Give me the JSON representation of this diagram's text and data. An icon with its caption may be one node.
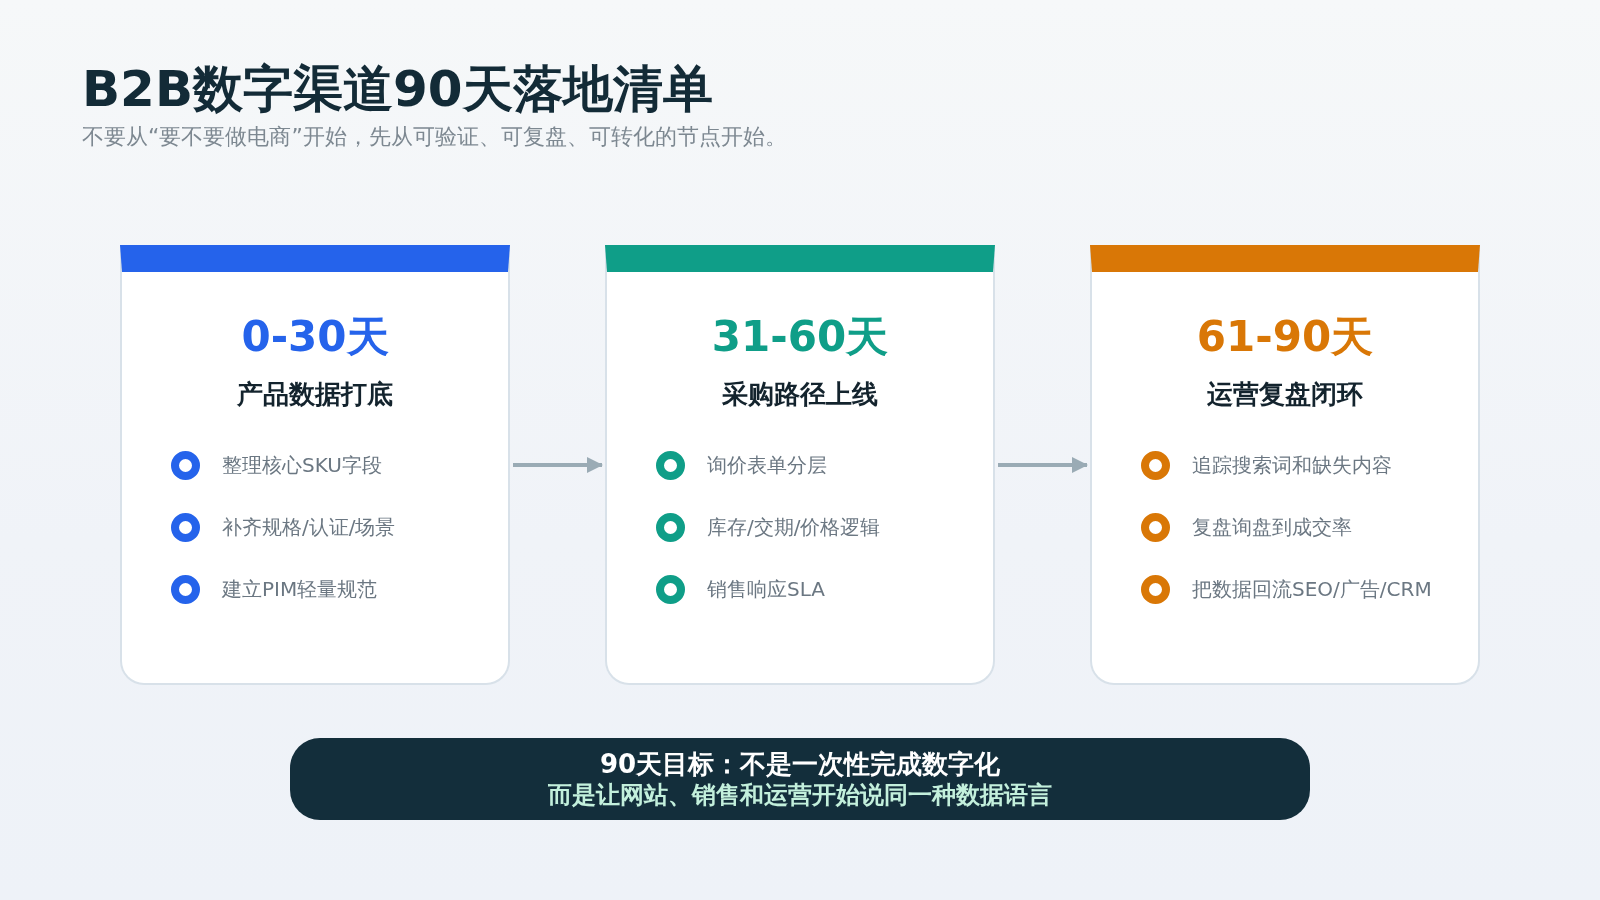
{
  "diagram": {
    "title": "B2B数字渠道90天落地清单",
    "nodes": [
      {
        "text": [
          "0-30天",
          "产品数据打底",
          "整理核心SKU字段",
          "补齐规格/认证/场景",
          "建立PIM轻量规范"
        ]
      },
      {
        "text": [
          "31-60天",
          "采购路径上线",
          "询价表单分层",
          "库存/交期/价格逻辑",
          "销售响应SLA"
        ]
      },
      {
        "text": [
          "61-90天",
          "运营复盘闭环",
          "追踪搜索词和缺失内容",
          "复盘询盘到成交率",
          "把数据回流SEO/广告/CRM"
        ]
      },
      {
        "text": [
          "90天目标：不是一次性完成数字化",
          "而是让网站、销售和运营开始说同一种数据语言"
        ]
      }
    ],
    "edges": [
      {
        "from": 0,
        "to": 1,
        "arrow": "to"
      },
      {
        "from": 1,
        "to": 2,
        "arrow": "to"
      }
    ],
    "labels": [
      "不要从“要不要做电商”开始，先从可验证、可复盘、可转化的节点开始。"
    ]
  }
}
